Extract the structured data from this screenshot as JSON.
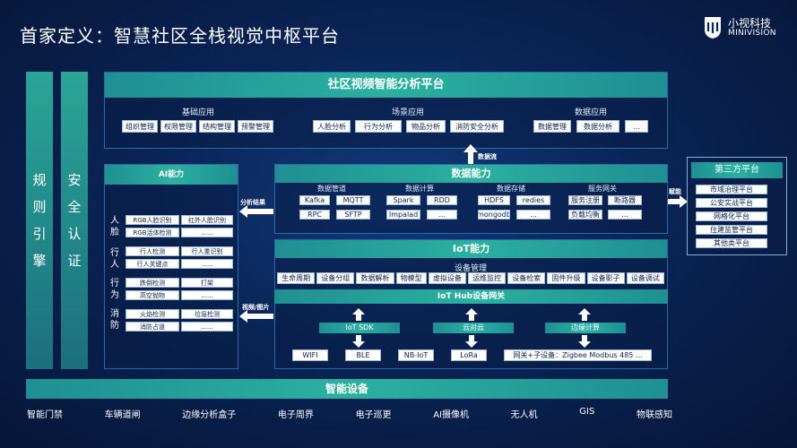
{
  "title": "首家定义：智慧社区全栈视觉中枢平台",
  "logo": {
    "cn": "小视科技",
    "en": "MINIVISION"
  },
  "left_bars": [
    {
      "chars": [
        "规",
        "则",
        "引",
        "擎"
      ]
    },
    {
      "chars": [
        "安",
        "全",
        "认",
        "证"
      ]
    }
  ],
  "platform": {
    "title": "社区视频智能分析平台",
    "groups": [
      {
        "label": "基础应用",
        "items": [
          "组织管理",
          "权限管理",
          "结构管理",
          "预警管理"
        ]
      },
      {
        "label": "场景应用",
        "items": [
          "人脸分析",
          "行为分析",
          "物品分析",
          "消防安全分析"
        ]
      },
      {
        "label": "数据应用",
        "items": [
          "数据管理",
          "数据分析",
          "..."
        ]
      }
    ]
  },
  "ai": {
    "title": "AI能力",
    "categories": [
      {
        "name": [
          "人",
          "脸"
        ],
        "items": [
          "RGB人脸识别",
          "红外人脸识别",
          "RGB活体检测",
          "......"
        ]
      },
      {
        "name": [
          "行",
          "人"
        ],
        "items": [
          "行人检测",
          "行人重识别",
          "行人关键点",
          "......"
        ]
      },
      {
        "name": [
          "行",
          "为"
        ],
        "items": [
          "跌倒检测",
          "打架",
          "高空抛物",
          "......"
        ]
      },
      {
        "name": [
          "消",
          "防"
        ],
        "items": [
          "火焰检测",
          "垃圾检测",
          "消防占道",
          "......"
        ]
      }
    ]
  },
  "data": {
    "title": "数据能力",
    "groups": [
      {
        "label": "数据管道",
        "items": [
          "Kafka",
          "MQTT",
          "RPC",
          "SFTP"
        ]
      },
      {
        "label": "数据计算",
        "items": [
          "Spark",
          "RDD",
          "Impalad",
          "..."
        ]
      },
      {
        "label": "数据存储",
        "items": [
          "HDFS",
          "redies",
          "mongodb",
          "..."
        ]
      },
      {
        "label": "服务网关",
        "items": [
          "服务注册",
          "断路器",
          "负载均衡",
          "..."
        ]
      }
    ]
  },
  "iot": {
    "title": "IoT能力",
    "mgmt_label": "设备管理",
    "mgmt_items": [
      "生命周期",
      "设备分组",
      "数据解析",
      "物模型",
      "虚拟设备",
      "运维监控",
      "设备检索",
      "固件升级",
      "设备影子",
      "设备调试"
    ],
    "hub_title": "IoT Hub设备网关",
    "hub_items": [
      "IoT SDK",
      "云对云",
      "边缘计算"
    ],
    "protocols": [
      "WIFI",
      "BLE",
      "NB-IoT",
      "LoRa",
      "网关+子设备：Zigbee  Modbus  485  ..."
    ]
  },
  "third": {
    "title": "第三方平台",
    "items": [
      "市域治理平台",
      "公安实战平台",
      "网格化平台",
      "住建监管平台",
      "其他类平台"
    ]
  },
  "devices": {
    "title": "智能设备",
    "items": [
      "智能门禁",
      "车辆道闸",
      "边缘分析盒子",
      "电子周界",
      "电子巡更",
      "AI摄像机",
      "无人机",
      "GIS",
      "物联感知"
    ]
  },
  "arrows": {
    "data_flow": "数据流",
    "analysis_result": "分析结果",
    "empower": "赋能",
    "video_image": "视频/图片"
  }
}
